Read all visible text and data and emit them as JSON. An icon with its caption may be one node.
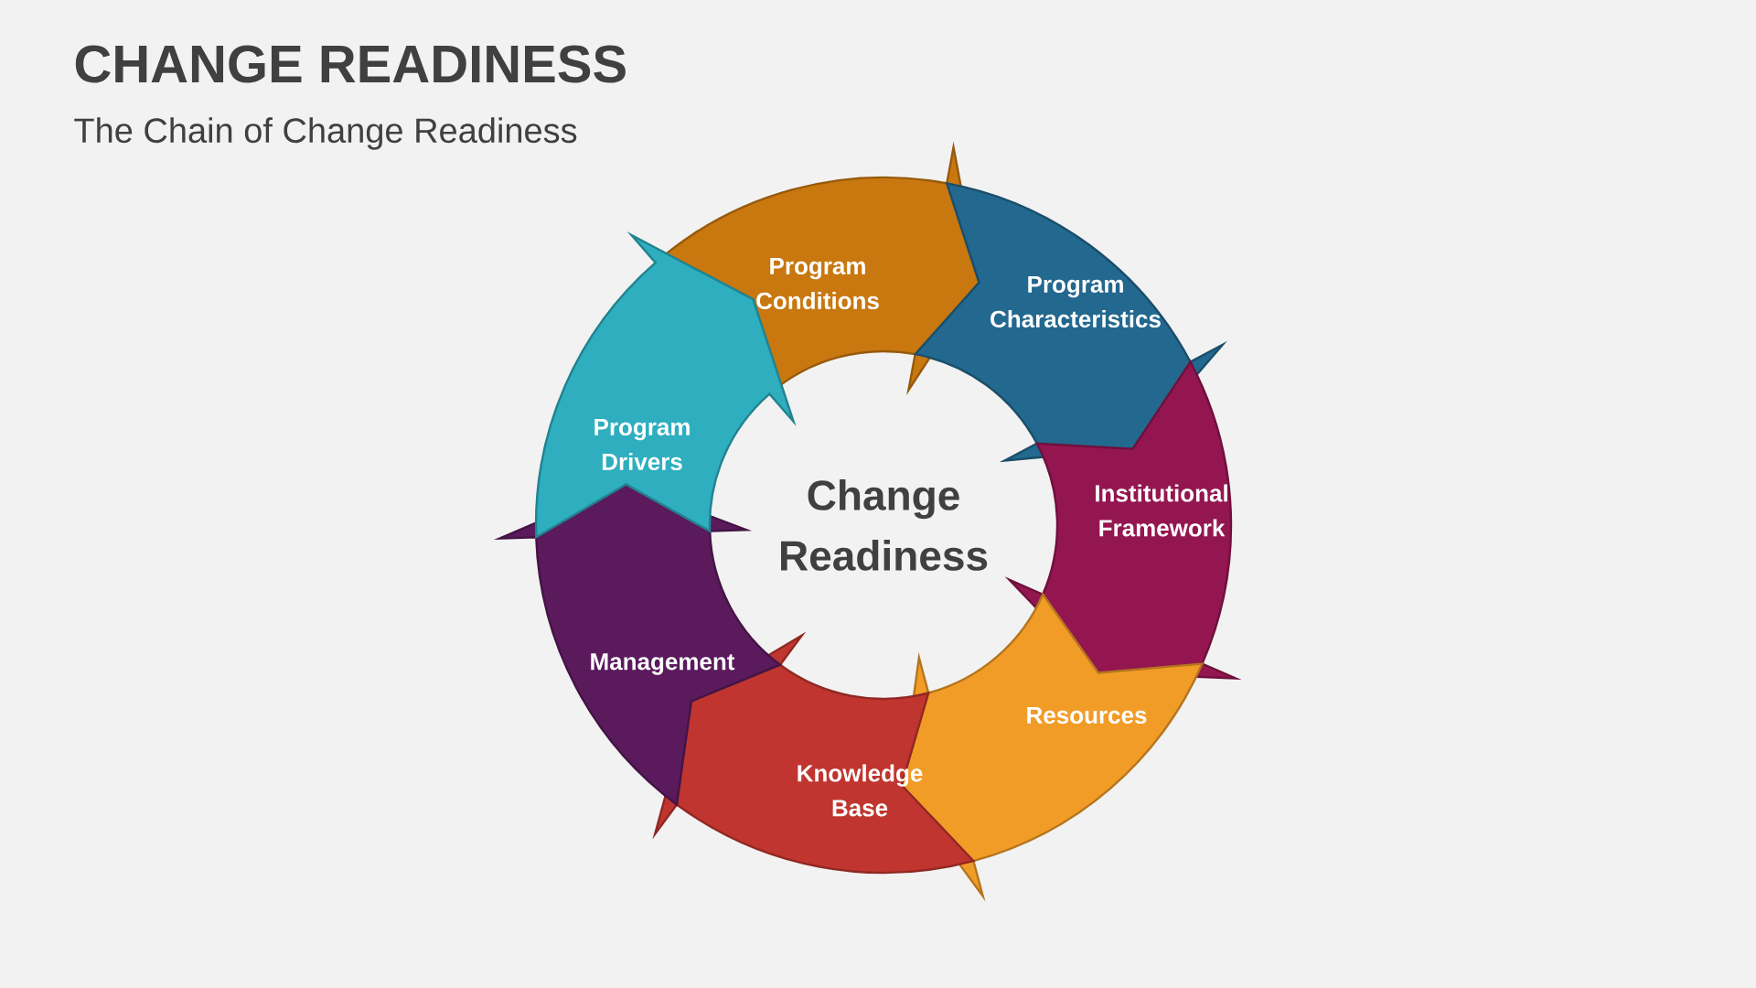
{
  "diagram": {
    "title": "CHANGE READINESS",
    "nodes": [
      {
        "text": [
          "Program Conditions"
        ]
      },
      {
        "text": [
          "Program Characteristics"
        ]
      },
      {
        "text": [
          "Institutional Framework"
        ]
      },
      {
        "text": [
          "Resources"
        ]
      },
      {
        "text": [
          "Knowledge Base"
        ]
      },
      {
        "text": [
          "Management"
        ]
      },
      {
        "text": [
          "Program Drivers"
        ]
      }
    ],
    "labels": [
      "The Chain of Change Readiness",
      "Change Readiness"
    ]
  }
}
